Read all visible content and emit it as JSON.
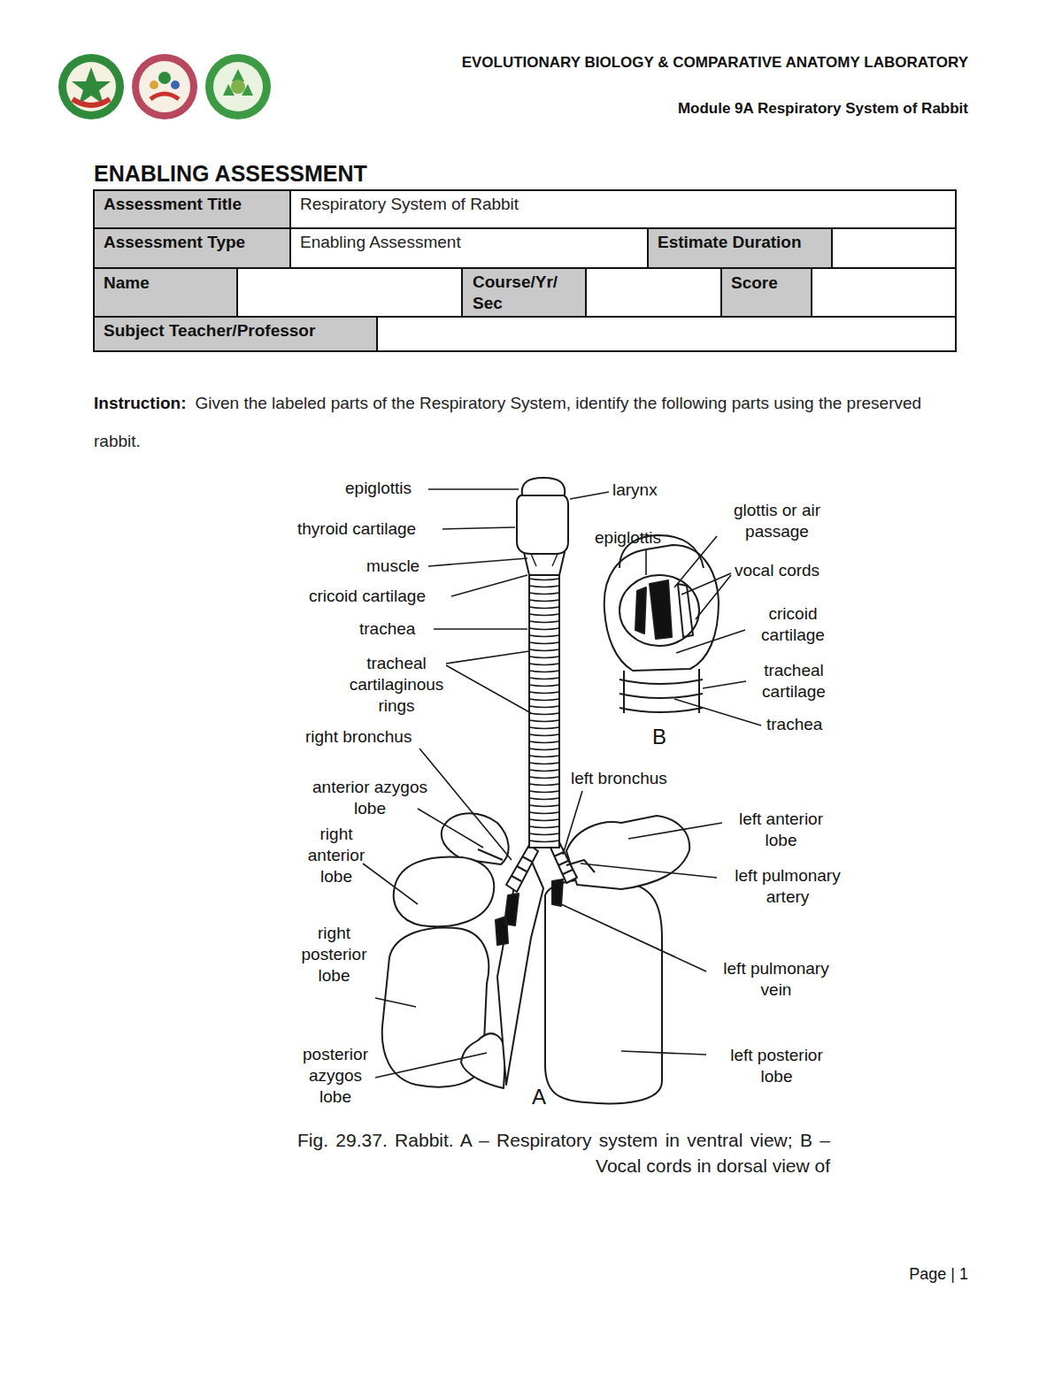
{
  "diagram": {
    "title": "ENABLING ASSESSMENT",
    "caption": "Fig. 29.37. Rabbit. A – Respiratory system in ventral view; B – Vocal cords in dorsal view of",
    "labels": [
      "EVOLUTIONARY BIOLOGY & COMPARATIVE ANATOMY LABORATORY",
      "Module 9A Respiratory System of Rabbit",
      "Assessment Title",
      "Respiratory System of Rabbit",
      "Assessment Type",
      "Enabling Assessment",
      "Estimate Duration",
      "Name",
      "Course/Yr/ Sec",
      "Score",
      "Subject Teacher/Professor",
      "Instruction:",
      "Given the labeled parts of the Respiratory System, identify the following parts using the preserved rabbit.",
      "epiglottis",
      "thyroid cartilage",
      "muscle",
      "cricoid cartilage",
      "trachea",
      "tracheal cartilaginous rings",
      "right bronchus",
      "anterior azygos lobe",
      "right anterior lobe",
      "right posterior lobe",
      "posterior azygos lobe",
      "A",
      "larynx",
      "epiglottis",
      "glottis or air passage",
      "vocal cords",
      "cricoid cartilage",
      "tracheal cartilage",
      "trachea",
      "B",
      "left bronchus",
      "left anterior lobe",
      "left pulmonary artery",
      "left pulmonary vein",
      "left posterior lobe",
      "Page | 1"
    ]
  }
}
